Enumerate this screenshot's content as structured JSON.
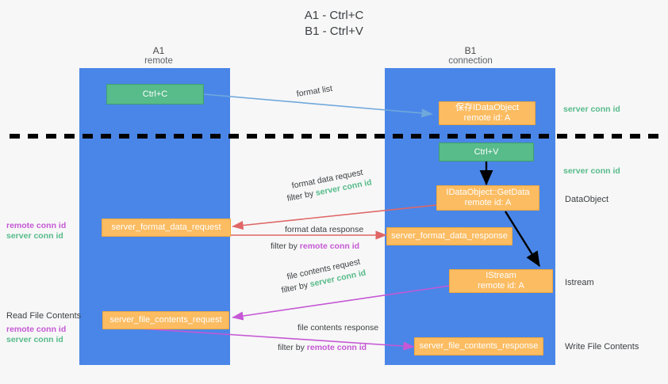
{
  "title": {
    "line1": "A1 - Ctrl+C",
    "line2": "B1 - Ctrl+V"
  },
  "lanes": [
    {
      "name": "A1",
      "sub": "remote",
      "color": "#4a86e8"
    },
    {
      "name": "B1",
      "sub": "connection",
      "color": "#4a86e8"
    }
  ],
  "colors": {
    "lane": "#4a86e8",
    "green_box": "#57bb8a",
    "orange_box": "#fbbc62",
    "server_conn_id": "#57bb8a",
    "remote_conn_id": "#c558d4",
    "arrow_blue": "#6fa8dc",
    "arrow_red": "#e06666",
    "arrow_black": "#000000",
    "arrow_magenta": "#c558d4",
    "divider": "#000000"
  },
  "boxes": {
    "ctrl_c": {
      "label": "Ctrl+C",
      "style": "green"
    },
    "save_dataobject": {
      "line1": "保存IDataObject",
      "line2": "remote id: A",
      "style": "orange"
    },
    "ctrl_v": {
      "label": "Ctrl+V",
      "style": "green"
    },
    "getdata": {
      "line1": "IDataObject::GetData",
      "line2": "remote id: A",
      "style": "orange"
    },
    "format_data_request": {
      "label": "server_format_data_request",
      "style": "orange"
    },
    "format_data_response": {
      "label": "server_format_data_response",
      "style": "orange"
    },
    "istream": {
      "line1": "IStream",
      "line2": "remote id: A",
      "style": "orange"
    },
    "file_contents_request": {
      "label": "server_file_contents_request",
      "style": "orange"
    },
    "file_contents_response": {
      "label": "server_file_contents_response",
      "style": "orange"
    }
  },
  "arrow_labels": {
    "format_list": "format list",
    "format_data_request": {
      "line1": "format data request",
      "filter_prefix": "filter by ",
      "filter_value": "server conn id"
    },
    "format_data_response": {
      "line1": "format data response",
      "filter_prefix": "filter by ",
      "filter_value": "remote conn id"
    },
    "file_contents_request": {
      "line1": "file contents request",
      "filter_prefix": "filter by ",
      "filter_value": "server conn id"
    },
    "file_contents_response": {
      "line1": "file contents response",
      "filter_prefix": "filter by ",
      "filter_value": "remote conn id"
    }
  },
  "left_notes": {
    "format_remote": "remote conn id",
    "format_server": "server conn id",
    "read_file_contents": "Read File Contents",
    "file_remote": "remote conn id",
    "file_server": "server conn id"
  },
  "right_notes": {
    "server_conn_id_top": "server conn id",
    "server_conn_id_mid": "server conn id",
    "dataobject": "DataObject",
    "istream": "Istream",
    "write_file_contents": "Write File Contents"
  }
}
